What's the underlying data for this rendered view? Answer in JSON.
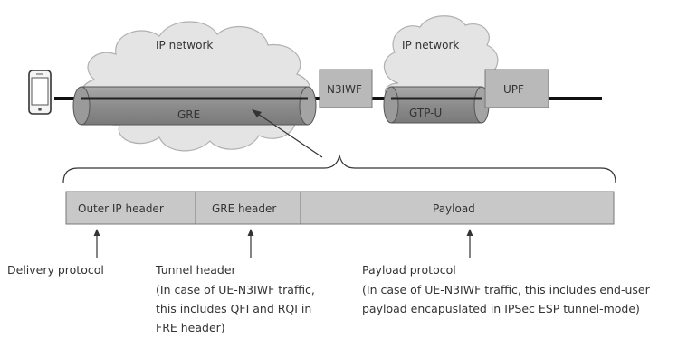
{
  "network": {
    "cloud_left_label": "IP network",
    "cloud_right_label": "IP network",
    "n3iwf_label": "N3IWF",
    "upf_label": "UPF",
    "gre_tunnel_label": "GRE",
    "gtpu_tunnel_label": "GTP-U"
  },
  "packet": {
    "segments": [
      "Outer IP header",
      "GRE header",
      "Payload"
    ]
  },
  "annotations": {
    "delivery": [
      "Delivery protocol"
    ],
    "tunnel": [
      "Tunnel header",
      "(In case of UE-N3IWF traffic,",
      "this includes QFI and RQI in",
      "FRE header)"
    ],
    "payload": [
      "Payload protocol",
      "(In case of UE-N3IWF traffic, this includes end-user",
      "payload encapuslated in IPSec ESP tunnel-mode)"
    ]
  },
  "colors": {
    "box_fill": "#b8b8b8",
    "tunnel_fill": "#8f8f8f",
    "line": "#111111",
    "cloud_fill": "#e2e2e2"
  }
}
